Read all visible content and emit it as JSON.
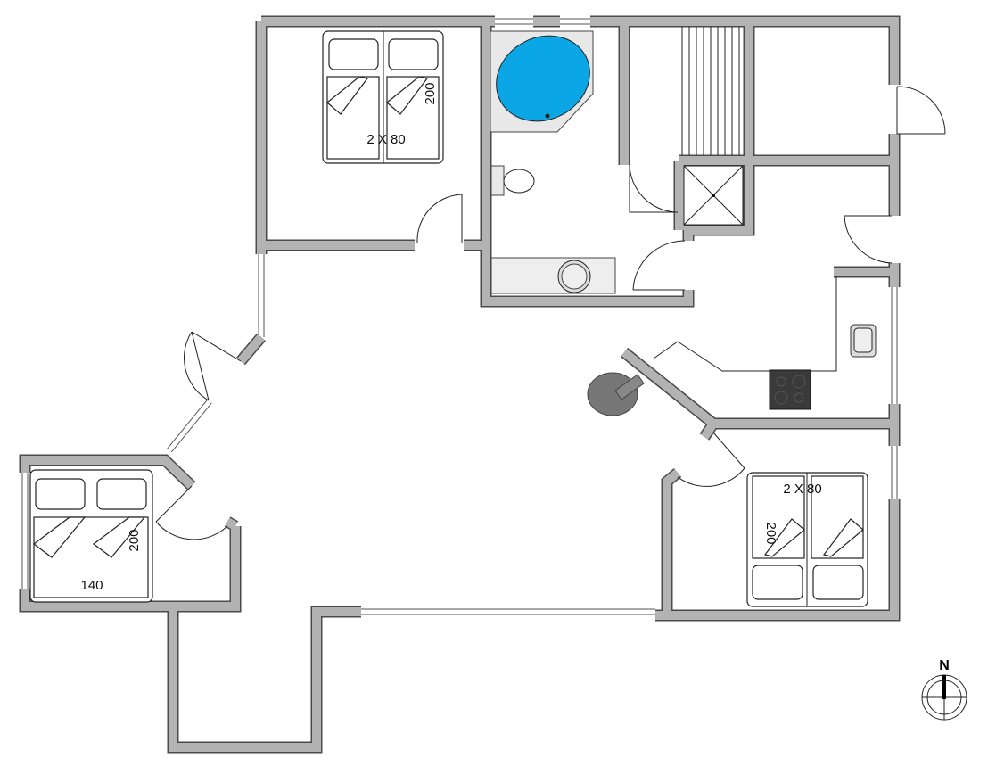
{
  "floorplan": {
    "bedroom_north": {
      "bed_label": "2 X 80",
      "bed_length": "200"
    },
    "bedroom_west": {
      "bed_label": "140",
      "bed_length": "200"
    },
    "bedroom_east": {
      "bed_label": "2 X 80",
      "bed_length": "200"
    },
    "compass": {
      "label": "N"
    }
  },
  "colors": {
    "wall": "#b3b3b3",
    "wall_outline": "#4a4a4a",
    "bathtub": "#0aa6e6",
    "table": "#777777",
    "stove": "#333333"
  }
}
